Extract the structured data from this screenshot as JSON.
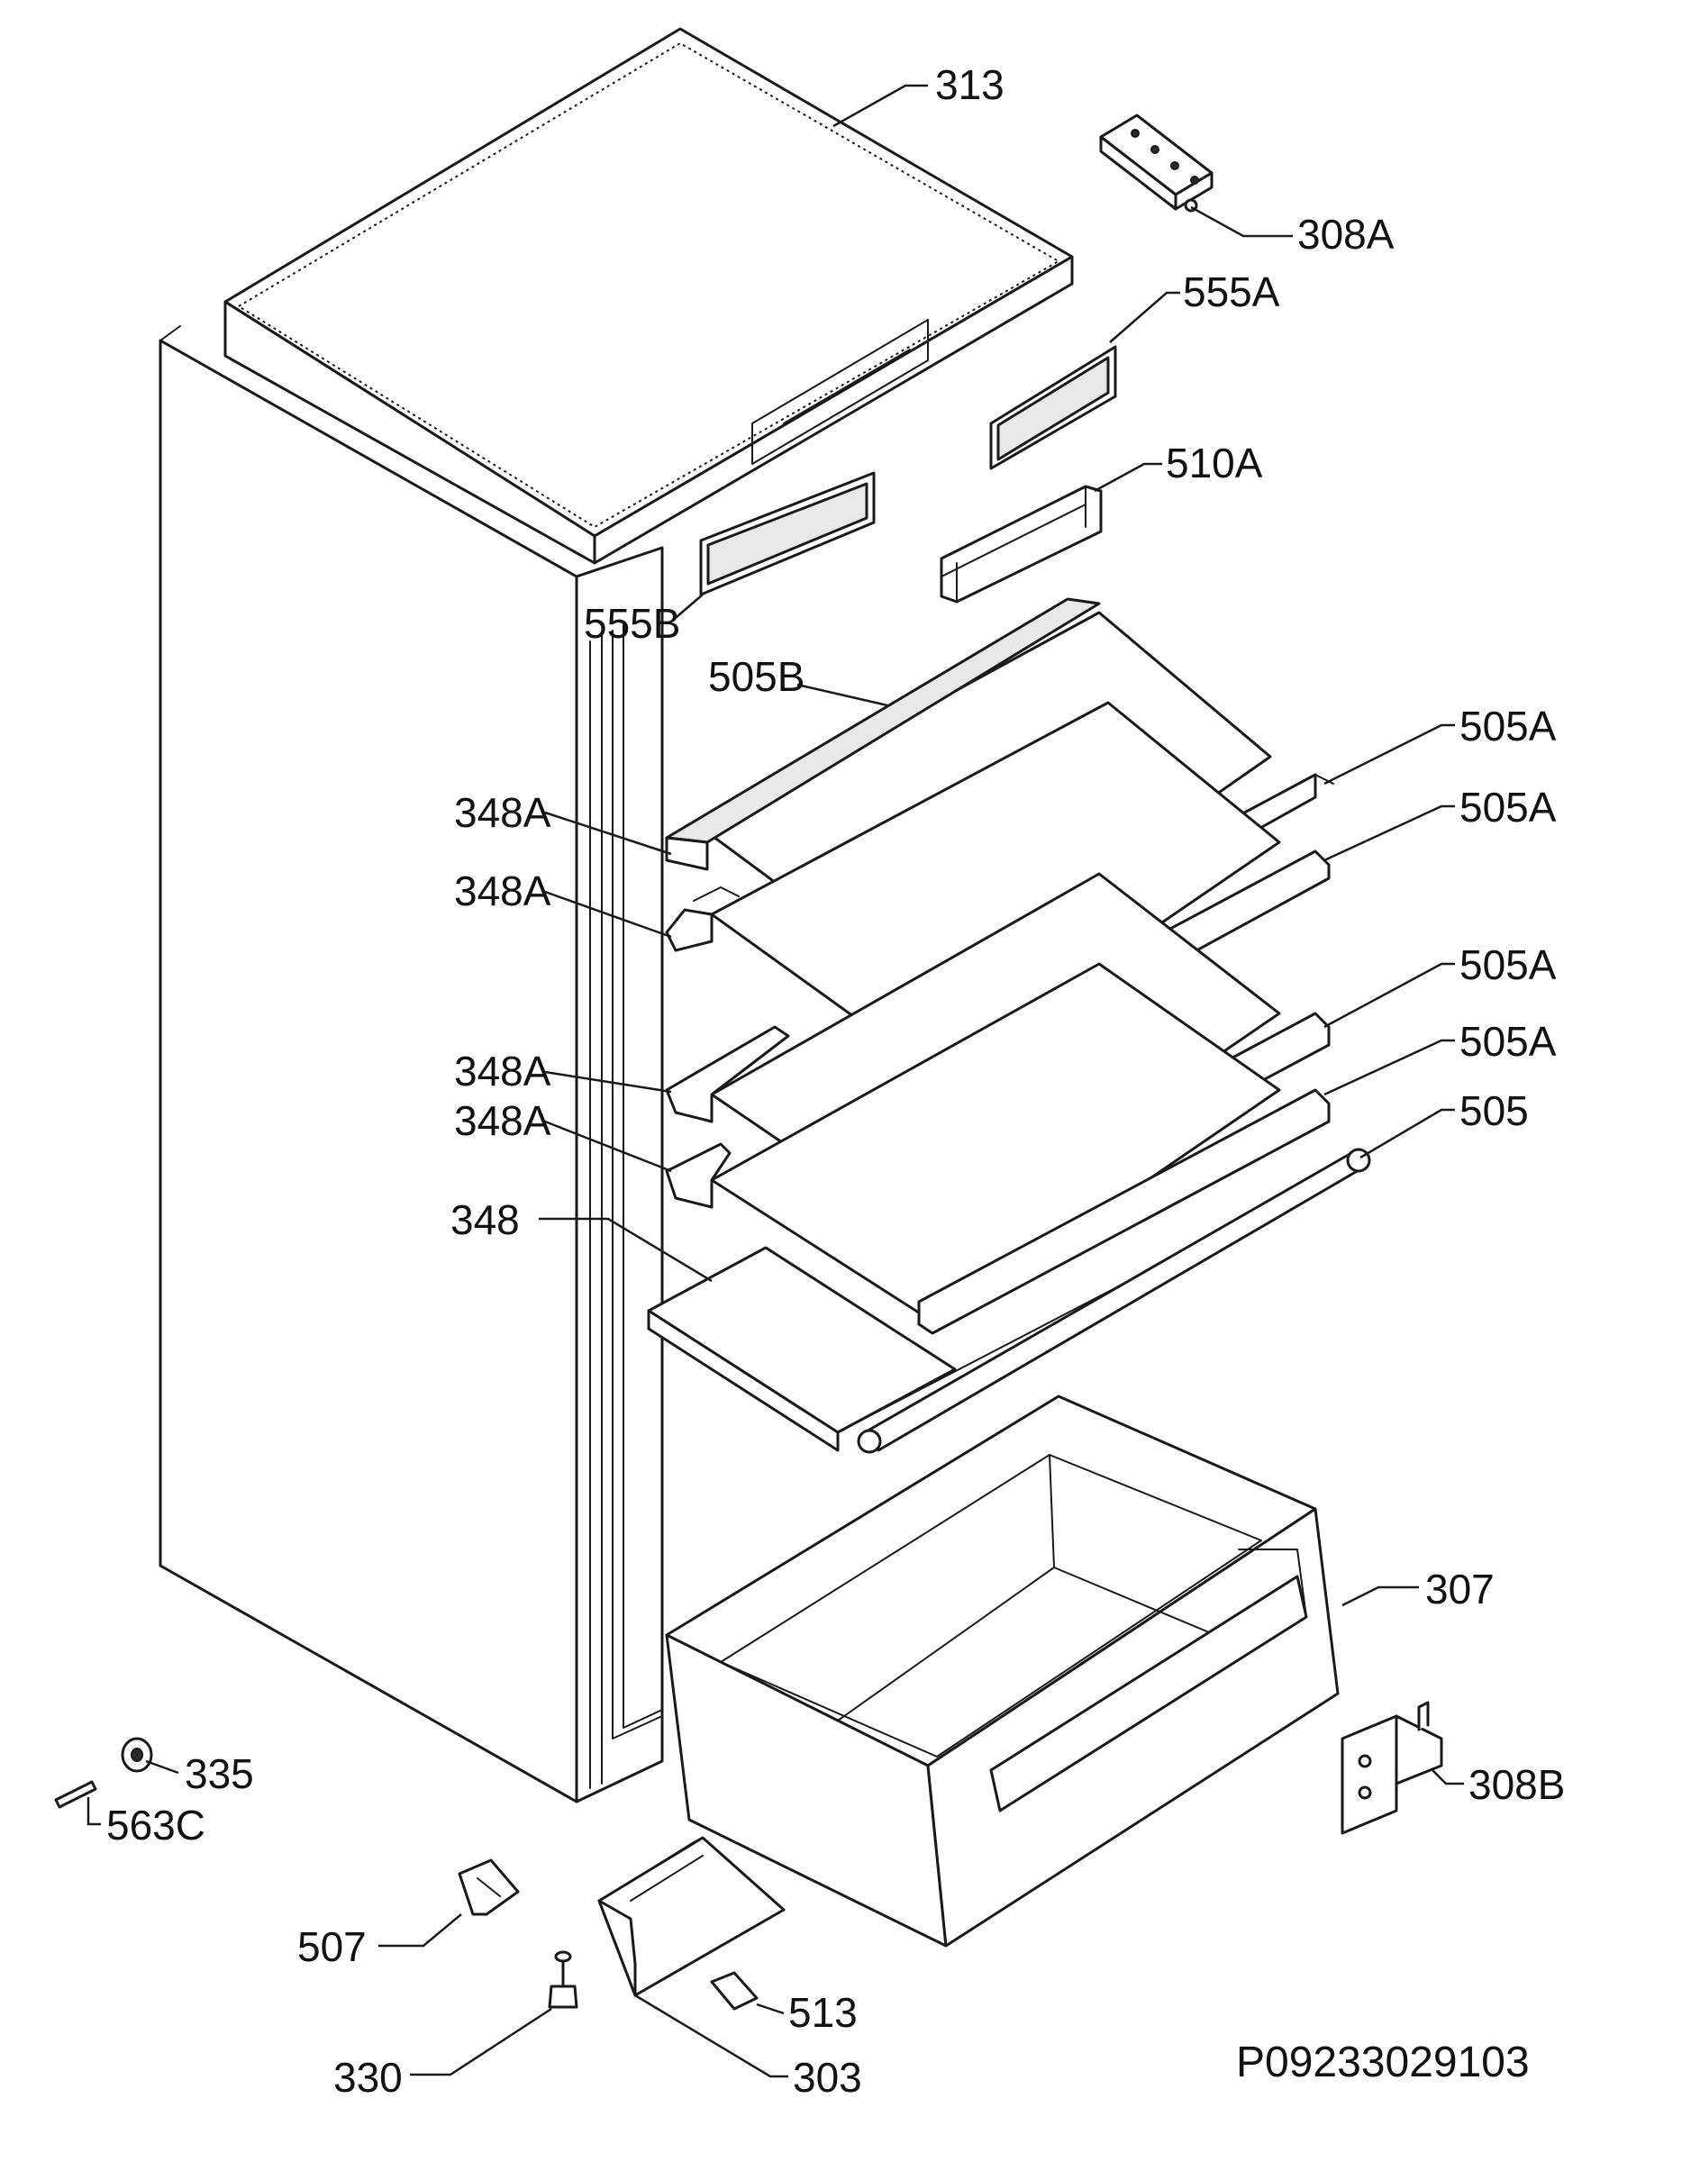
{
  "labels": {
    "p313": "313",
    "p308A": "308A",
    "p555A": "555A",
    "p510A": "510A",
    "p555B": "555B",
    "p505B": "505B",
    "p505A_1": "505A",
    "p505A_2": "505A",
    "p505A_3": "505A",
    "p505A_4": "505A",
    "p505": "505",
    "p348A_1": "348A",
    "p348A_2": "348A",
    "p348A_3": "348A",
    "p348A_4": "348A",
    "p348": "348",
    "p307": "307",
    "p335": "335",
    "p563C": "563C",
    "p308B": "308B",
    "p507": "507",
    "p513": "513",
    "p330": "330",
    "p303": "303"
  },
  "drawing_code": "P09233029103"
}
